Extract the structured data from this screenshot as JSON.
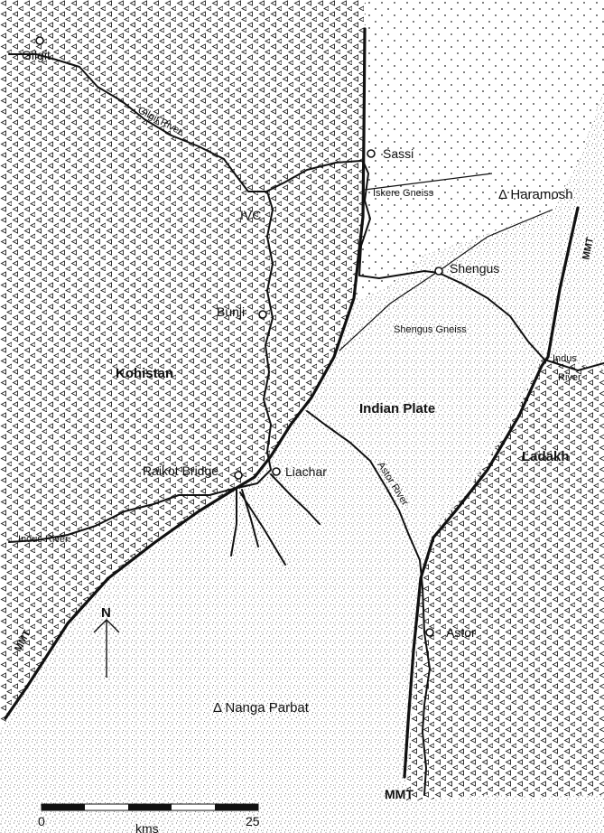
{
  "map": {
    "regions": {
      "kohistan": "Kohistan",
      "indian_plate": "Indian Plate",
      "ladakh": "Ladakh"
    },
    "units": {
      "iskere_gneiss": "Iskere Gneiss",
      "shengus_gneiss": "Shengus Gneiss"
    },
    "peaks": {
      "haramosh": "Δ Haramosh",
      "nanga_parbat": "Δ Nanga Parbat"
    },
    "places": {
      "gilgit": "Gilgit",
      "sassi": "Sassi",
      "ivc": "IVC",
      "bunji": "Bunji",
      "shengus": "Shengus",
      "raikot_bridge": "Raikot Bridge",
      "liachar": "Liachar",
      "astor": "Astor"
    },
    "rivers": {
      "gilgit_river": "Gilgit River",
      "indus_river_w": "Indus River",
      "indus_river_e_1": "Indus",
      "indus_river_e_2": "River",
      "astor_river": "Astor River"
    },
    "faults": {
      "mmt_sw": "MMT",
      "mmt_ne": "MMT",
      "mmt_s": "MMT"
    },
    "north_arrow": "N",
    "scale": {
      "start": "0",
      "end": "25",
      "unit": "kms"
    }
  }
}
